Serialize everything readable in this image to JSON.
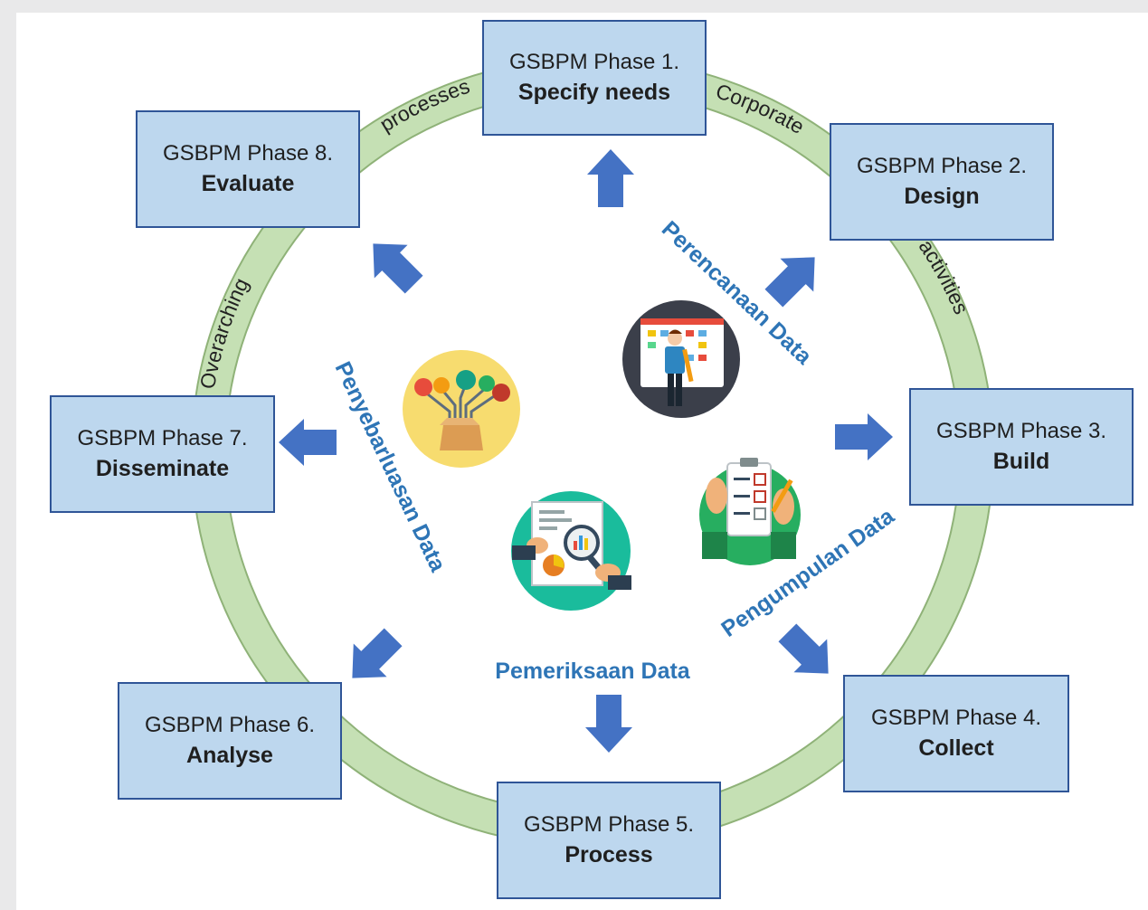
{
  "colors": {
    "background": "#e9e9ea",
    "ring_fill": "#c5e0b4",
    "ring_stroke": "#8fb278",
    "box_fill": "#bdd7ee",
    "box_stroke": "#2f5597",
    "arrow": "#4472c4",
    "stage_text": "#2e75b6"
  },
  "phases": [
    {
      "num": "GSBPM Phase 1.",
      "name": "Specify needs"
    },
    {
      "num": "GSBPM Phase 2.",
      "name": "Design"
    },
    {
      "num": "GSBPM Phase 3.",
      "name": "Build"
    },
    {
      "num": "GSBPM Phase 4.",
      "name": "Collect"
    },
    {
      "num": "GSBPM Phase 5.",
      "name": "Process"
    },
    {
      "num": "GSBPM Phase 6.",
      "name": "Analyse"
    },
    {
      "num": "GSBPM Phase 7.",
      "name": "Disseminate"
    },
    {
      "num": "GSBPM Phase 8.",
      "name": "Evaluate"
    }
  ],
  "ring_words": {
    "overarching": "Overarching",
    "processes": "processes",
    "corporate": "Corporate",
    "activities": "activities"
  },
  "stages": {
    "perencanaan": "Perencanaan  Data",
    "pengumpulan": "Pengumpulan  Data",
    "pemeriksaan": "Pemeriksaan  Data",
    "penyebarluasan": "Penyebarluasan Data"
  },
  "icons": [
    "planning-presenter-icon",
    "data-collection-clipboard-icon",
    "data-review-magnifier-icon",
    "data-dissemination-network-icon"
  ]
}
